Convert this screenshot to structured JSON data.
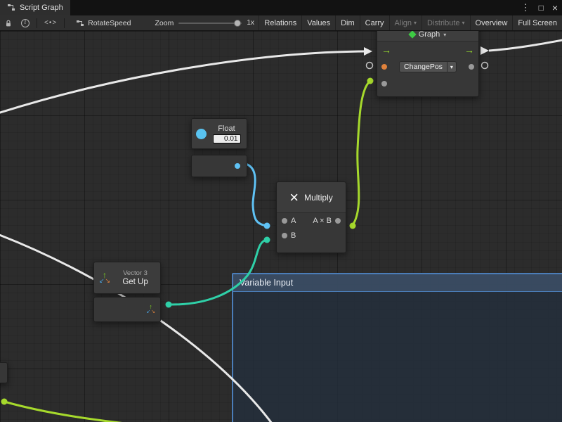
{
  "window": {
    "tab_title": "Script Graph"
  },
  "toolbar": {
    "graph_name": "RotateSpeed",
    "zoom_label": "Zoom",
    "zoom_value": "1x",
    "buttons": [
      {
        "label": "Relations",
        "enabled": true,
        "dropdown": false
      },
      {
        "label": "Values",
        "enabled": true,
        "dropdown": false
      },
      {
        "label": "Dim",
        "enabled": true,
        "dropdown": false
      },
      {
        "label": "Carry",
        "enabled": true,
        "dropdown": false
      },
      {
        "label": "Align",
        "enabled": false,
        "dropdown": true
      },
      {
        "label": "Distribute",
        "enabled": false,
        "dropdown": true
      },
      {
        "label": "Overview",
        "enabled": true,
        "dropdown": false
      },
      {
        "label": "Full Screen",
        "enabled": true,
        "dropdown": false
      }
    ]
  },
  "canvas": {
    "graph_node": {
      "header": "Graph",
      "dropdown_value": "ChangePos"
    },
    "float_node": {
      "title": "Float",
      "value": "0.01"
    },
    "multiply_node": {
      "title": "Multiply",
      "port_a": "A",
      "port_b": "B",
      "port_out": "A × B"
    },
    "vector_node": {
      "type_label": "Vector 3",
      "title": "Get Up"
    },
    "group": {
      "title": "Variable Input"
    },
    "colors": {
      "wire_white": "#e9e9e9",
      "wire_cyan": "#5fc2f5",
      "wire_teal": "#2fd0a8",
      "wire_lime": "#a6d92c",
      "port_orange": "#e0823c",
      "group_border": "#4b7db8"
    }
  }
}
